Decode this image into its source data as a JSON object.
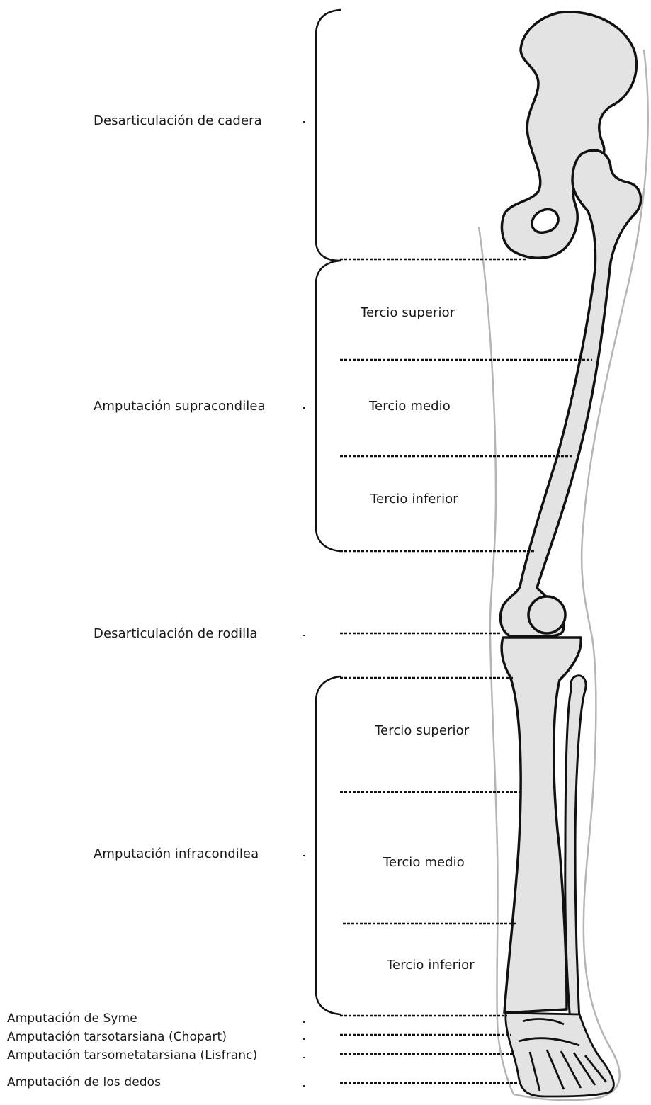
{
  "labels": {
    "hip_disarticulation": "Desarticulación de cadera",
    "supracondylar": "Amputación supracondilea",
    "knee_disarticulation": "Desarticulación de rodilla",
    "infracondylar": "Amputación infracondilea",
    "syme": "Amputación de Syme",
    "chopart": "Amputación tarsotarsiana (Chopart)",
    "lisfranc": "Amputación tarsometatarsiana (Lisfranc)",
    "toes": "Amputación de los dedos"
  },
  "thigh_thirds": {
    "upper": "Tercio superior",
    "middle": "Tercio medio",
    "lower": "Tercio inferior"
  },
  "leg_thirds": {
    "upper": "Tercio superior",
    "middle": "Tercio medio",
    "lower": "Tercio inferior"
  },
  "colors": {
    "bone_fill": "#e3e3e3",
    "bone_stroke": "#111111",
    "skin_outline": "#b5b5b5",
    "line": "#111111"
  }
}
